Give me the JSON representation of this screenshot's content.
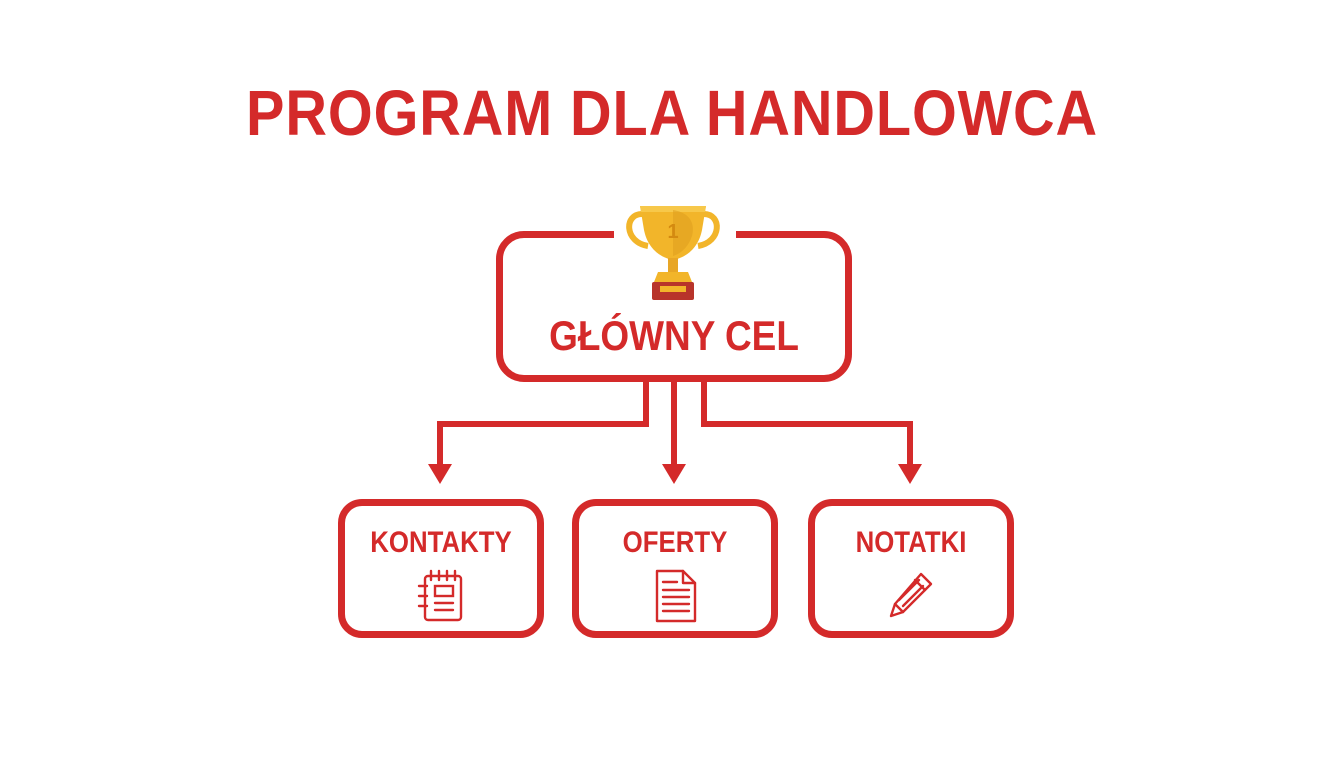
{
  "title": "PROGRAM DLA HANDLOWCA",
  "main_node": {
    "label": "GŁÓWNY CEL",
    "icon": "trophy-icon",
    "trophy_number": "1"
  },
  "children": [
    {
      "label": "KONTAKTY",
      "icon": "notebook-icon"
    },
    {
      "label": "OFERTY",
      "icon": "document-icon"
    },
    {
      "label": "NOTATKI",
      "icon": "pencil-icon"
    }
  ],
  "colors": {
    "accent": "#d42a2a",
    "trophy_gold": "#f2b52a",
    "trophy_base": "#b8342a",
    "background": "#ffffff"
  }
}
